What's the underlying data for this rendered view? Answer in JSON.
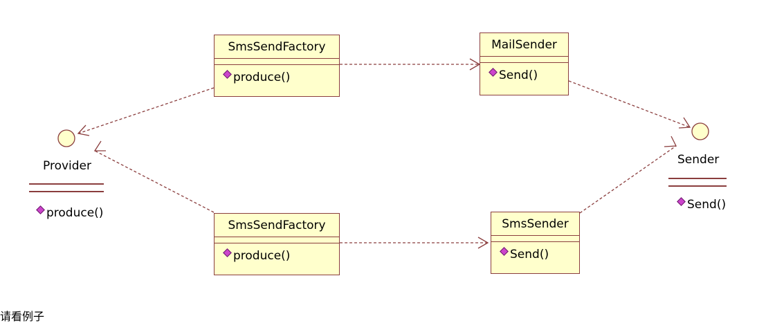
{
  "classes": {
    "mail_factory": {
      "name": "SmsSendFactory",
      "operation": "produce()"
    },
    "sms_factory": {
      "name": "SmsSendFactory",
      "operation": "produce()"
    },
    "mail_sender": {
      "name": "MailSender",
      "operation": "Send()"
    },
    "sms_sender": {
      "name": "SmsSender",
      "operation": "Send()"
    }
  },
  "interfaces": {
    "provider": {
      "name": "Provider",
      "operation": "produce()"
    },
    "sender": {
      "name": "Sender",
      "operation": "Send()"
    }
  },
  "footer": {
    "text": "请看例子"
  },
  "colors": {
    "class_fill": "#ffffcc",
    "class_border": "#8a3d3d",
    "connector": "#8a3d3d",
    "operation_icon": "#cc44cc"
  }
}
